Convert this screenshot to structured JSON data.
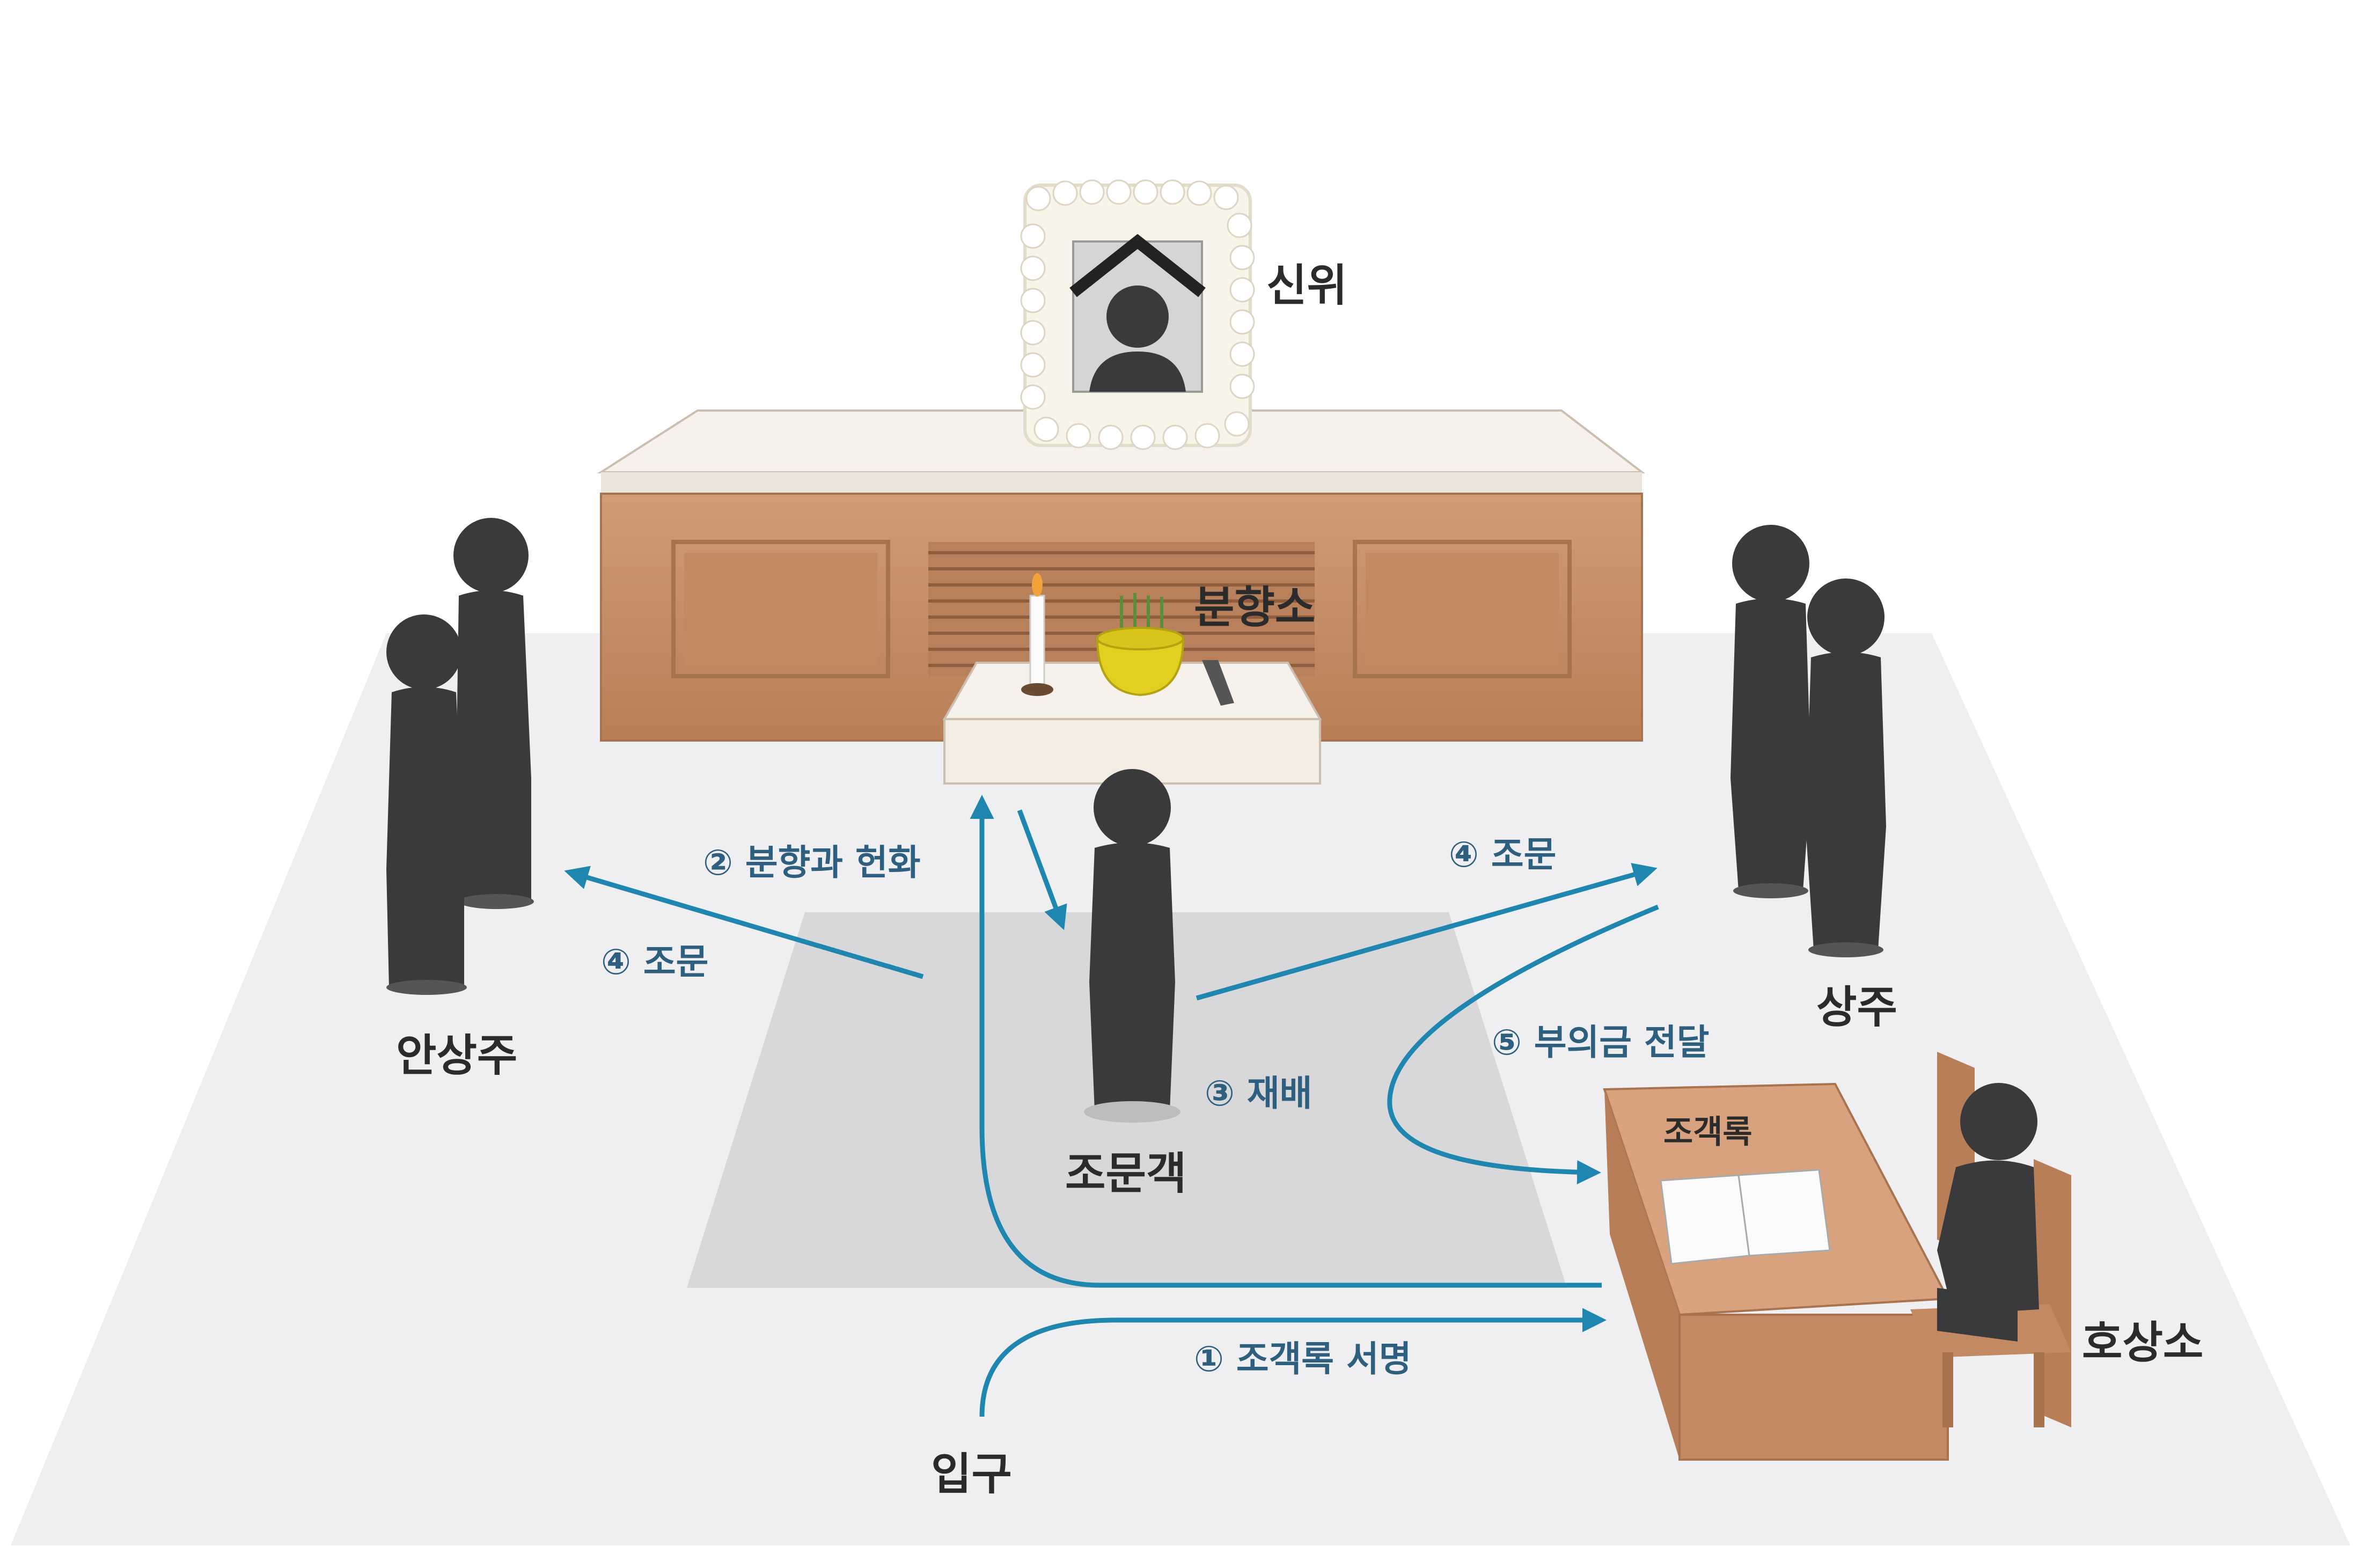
{
  "labels": {
    "portrait": "신위",
    "incense_stand": "분향소",
    "chief_mourners": "상주",
    "female_mourners": "안상주",
    "visitor": "조문객",
    "reception": "호상소",
    "guestbook": "조객록",
    "entrance": "입구"
  },
  "steps": {
    "sign_guestbook": "① 조객록 서명",
    "incense_and_flowers": "② 분향과 헌화",
    "bow": "③ 재배",
    "condolence_left": "④ 조문",
    "condolence_right": "④ 조문",
    "condolence_money": "⑤ 부의금 전달"
  },
  "colors": {
    "floor": "#f0f0f2",
    "carpet": "#d9d9db",
    "altar_wood": "#c8916a",
    "altar_top": "#f7f2ec",
    "figure": "#3a3a3c",
    "arrow": "#1f86b0",
    "incense_burner": "#e3cf1f"
  }
}
